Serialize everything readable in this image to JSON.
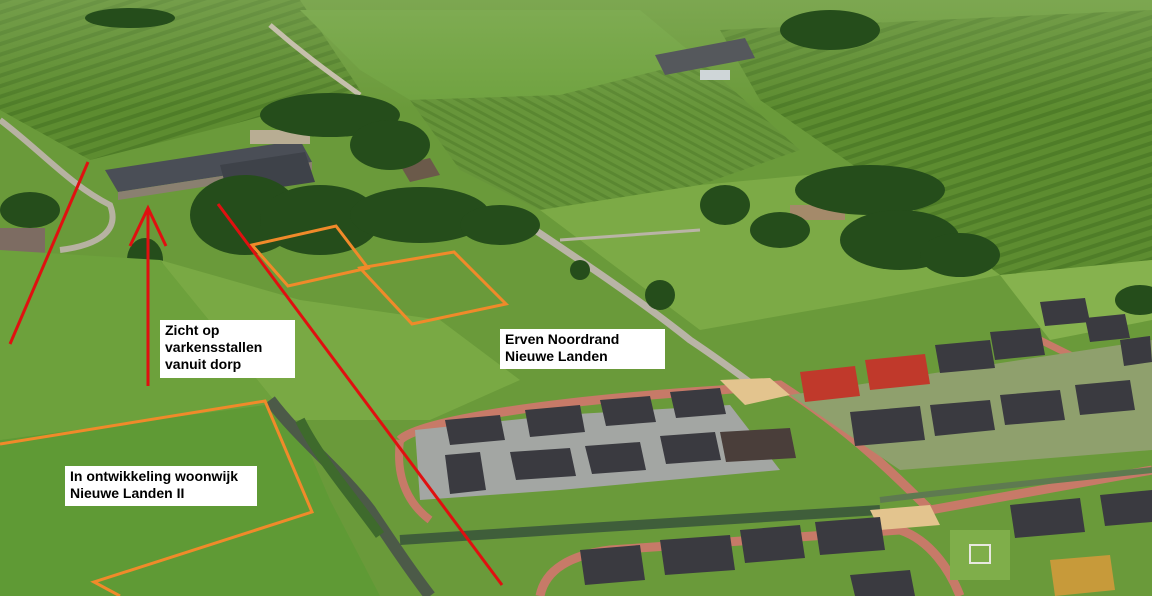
{
  "annotations": {
    "pig_barns_view": {
      "lines": [
        "Zicht op",
        "varkensstallen",
        "vanuit dorp"
      ]
    },
    "north_edge_plots": {
      "lines": [
        "Erven Noordrand",
        "Nieuwe Landen"
      ]
    },
    "development_area": {
      "lines": [
        "In ontwikkeling woonwijk",
        "Nieuwe Landen II"
      ]
    }
  },
  "colors": {
    "sight_line": "#e01010",
    "plot_outline": "#f08a2a",
    "label_background": "#ffffff",
    "grass_light": "#6e9a3e",
    "grass_dark": "#3f6e22",
    "trees": "#234a1a",
    "roof_dark": "#3a3a40",
    "roof_red": "#c0392b",
    "paving_red": "#c77a68",
    "water": "#4c5a48"
  }
}
